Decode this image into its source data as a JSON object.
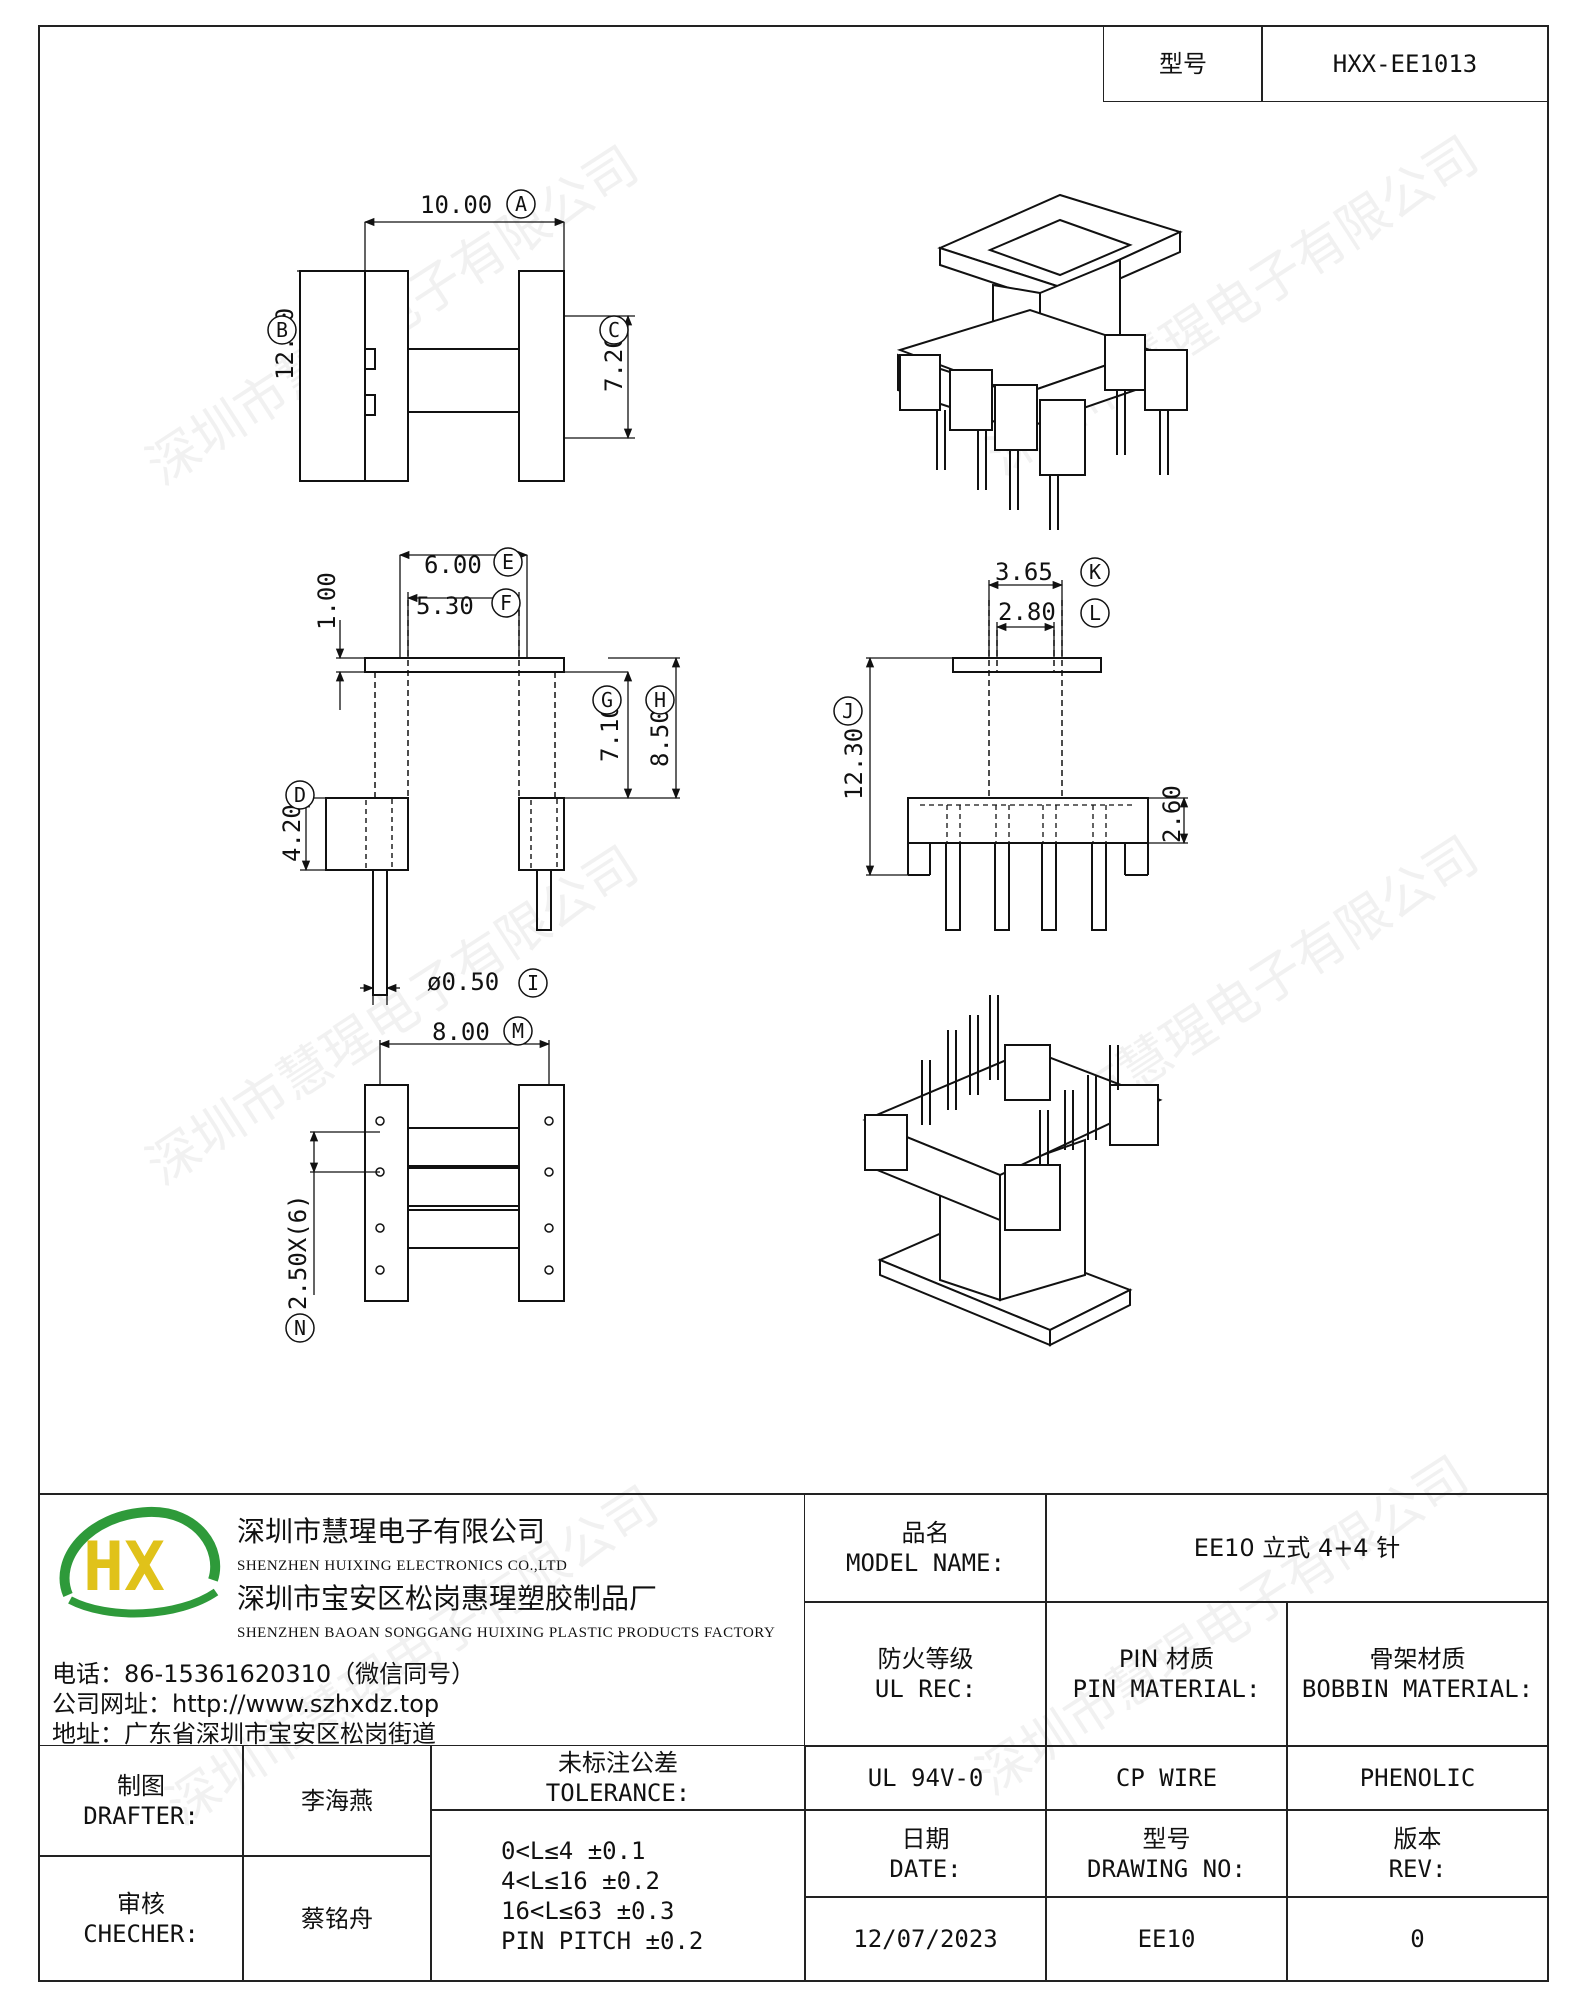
{
  "header": {
    "model_label": "型号",
    "model_value": "HXX-EE1013"
  },
  "dimensions": {
    "A": {
      "value": "10.00",
      "tag": "A"
    },
    "B": {
      "value": "12.00",
      "tag": "B"
    },
    "C": {
      "value": "7.20",
      "tag": "C"
    },
    "E": {
      "value": "6.00",
      "tag": "E"
    },
    "F": {
      "value": "5.30",
      "tag": "F"
    },
    "top_thk": {
      "value": "1.00"
    },
    "G": {
      "value": "7.10",
      "tag": "G"
    },
    "H": {
      "value": "8.50",
      "tag": "H"
    },
    "D": {
      "value": "4.20",
      "tag": "D"
    },
    "I": {
      "value": "ø0.50",
      "tag": "I"
    },
    "K": {
      "value": "3.65",
      "tag": "K"
    },
    "L": {
      "value": "2.80",
      "tag": "L"
    },
    "J": {
      "value": "12.30",
      "tag": "J"
    },
    "base_h": {
      "value": "2.60"
    },
    "M": {
      "value": "8.00",
      "tag": "M"
    },
    "N": {
      "value": "2.50X(6)",
      "tag": "N"
    }
  },
  "watermark": "深圳市慧瑆电子有限公司",
  "company": {
    "name_cn": "深圳市慧瑆电子有限公司",
    "name_en": "SHENZHEN HUIXING ELECTRONICS CO.,LTD",
    "factory_cn": "深圳市宝安区松岗惠瑆塑胶制品厂",
    "factory_en": "SHENZHEN BAOAN SONGGANG HUIXING PLASTIC PRODUCTS FACTORY",
    "phone": "电话：86-15361620310（微信同号）",
    "website": "公司网址：http://www.szhxdz.top",
    "address": "地址：广东省深圳市宝安区松岗街道",
    "logo_text": "HX",
    "logo_colors": {
      "green": "#2e9a3a",
      "yellow": "#e0c21a",
      "blue": "#2a57b0"
    }
  },
  "title_block": {
    "model_name_cn": "品名",
    "model_name_en": "MODEL NAME:",
    "model_name_value": "EE10 立式 4+4 针",
    "ul_cn": "防火等级",
    "ul_en": "UL REC:",
    "ul_value": "UL 94V-0",
    "pin_cn": "PIN 材质",
    "pin_en": "PIN MATERIAL:",
    "pin_value": "CP WIRE",
    "bobbin_cn": "骨架材质",
    "bobbin_en": "BOBBIN MATERIAL:",
    "bobbin_value": "PHENOLIC",
    "drafter_cn": "制图",
    "drafter_en": "DRAFTER:",
    "drafter_value": "李海燕",
    "checker_cn": "审核",
    "checker_en": "CHECHER:",
    "checker_value": "蔡铭舟",
    "tolerance_cn": "未标注公差",
    "tolerance_en": "TOLERANCE:",
    "tolerance_lines": [
      "0<L≤4  ±0.1",
      "4<L≤16 ±0.2",
      "16<L≤63 ±0.3",
      "PIN PITCH ±0.2"
    ],
    "date_cn": "日期",
    "date_en": "DATE:",
    "date_value": "12/07/2023",
    "drawing_cn": "型号",
    "drawing_en": "DRAWING NO:",
    "drawing_value": "EE10",
    "rev_cn": "版本",
    "rev_en": "REV:",
    "rev_value": "0"
  }
}
